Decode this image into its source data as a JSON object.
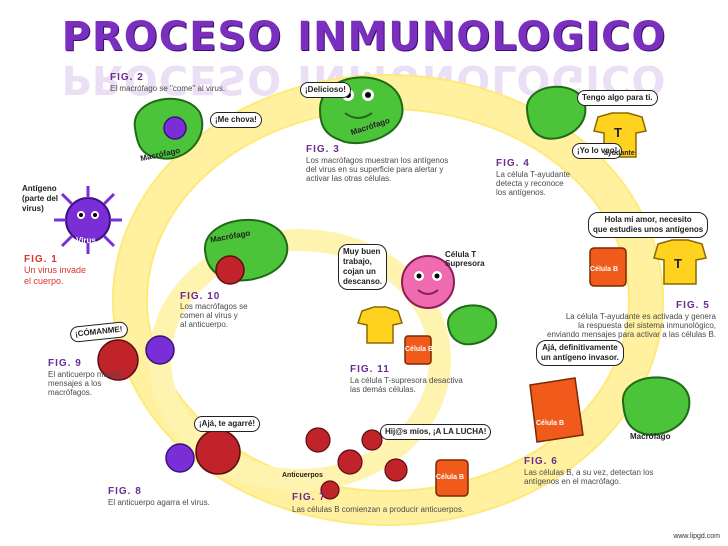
{
  "title": "PROCESO INMUNOLOGICO",
  "figures": {
    "fig1": {
      "label": "FIG. 1",
      "text": [
        "Un virus invade",
        "el cuerpo."
      ]
    },
    "fig2": {
      "label": "FIG. 2",
      "text": [
        "El macrófago se \"come\" al virus."
      ]
    },
    "fig3": {
      "label": "FIG. 3",
      "text": [
        "Los macrófagos muestran los antígenos",
        "del virus en su superficie para alertar y",
        "activar las otras células."
      ]
    },
    "fig4": {
      "label": "FIG. 4",
      "text": [
        "La célula T-ayudante",
        "detecta y reconoce",
        "los antígenos."
      ]
    },
    "fig5": {
      "label": "FIG. 5",
      "text": [
        "La célula T-ayudante es activada y genera",
        "la respuesta del sistema inmunológico,",
        "enviando mensajes para activar a las células B."
      ]
    },
    "fig6": {
      "label": "FIG. 6",
      "text": [
        "Las células B, a su vez, detectan los",
        "antígenos en el macrófago."
      ]
    },
    "fig7": {
      "label": "FIG. 7",
      "text": [
        "Las células B comienzan a producir anticuerpos."
      ]
    },
    "fig8": {
      "label": "FIG. 8",
      "text": [
        "El anticuerpo agarra el virus."
      ]
    },
    "fig9": {
      "label": "FIG. 9",
      "text": [
        "El anticuerpo manda",
        "mensajes a los",
        "macrófagos."
      ]
    },
    "fig10": {
      "label": "FIG. 10",
      "text": [
        "Los macrófagos se",
        "comen al virus y",
        "al anticuerpo."
      ]
    },
    "fig11": {
      "label": "FIG. 11",
      "text": [
        "La célula T-supresora desactiva",
        "las demás células."
      ]
    }
  },
  "bubbles": {
    "delicioso": "¡Delicioso!",
    "me_chova": "¡Me chova!",
    "tengo_algo": "Tengo algo para ti.",
    "yo_lo_veo": "¡Yo lo veo!",
    "hola_mi_amor": [
      "Hola mi amor, necesito",
      "que estudies unos antígenos"
    ],
    "aja_invasor": [
      "Ajá, definitivamente",
      "un antígeno invasor."
    ],
    "hijos_lucha": "Hij@s míos, ¡A LA LUCHA!",
    "aja_agarre": "¡Ajá, te agarré!",
    "comanme": "¡CÓMANME!",
    "muy_buen": [
      "Muy buen",
      "trabajo,",
      "cojan un",
      "descanso."
    ]
  },
  "labels": {
    "antigeno": [
      "Antígeno",
      "(parte del",
      "virus)"
    ],
    "virus": "Virus",
    "macrofago": "Macrófago",
    "t_ayudante": "T",
    "t_ayudante_sub": "ayudante",
    "celula_b": "Célula B",
    "celula_t_supresora": [
      "Célula T",
      "Supresora"
    ],
    "anticuerpos": "Anticuerpos"
  },
  "footer": "www.lipgd.com",
  "colors": {
    "title": "#7b2fbf",
    "ring": "#fff2a8",
    "virus": "#7a2fd6",
    "macrophage": "#4cc43a",
    "t_cell": "#ffd21f",
    "b_cell": "#f05a1a",
    "antibody": "#c0232a"
  }
}
